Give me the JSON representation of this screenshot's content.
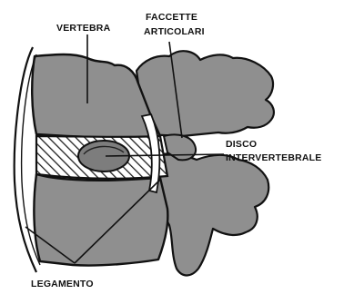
{
  "labels": {
    "vertebra": "VERTEBRA",
    "faccette_line1": "FACCETTE",
    "faccette_line2": "ARTICOLARI",
    "disco_line1": "DISCO",
    "disco_line2": "INTERVERTEBRALE",
    "legamento": "LEGAMENTO"
  },
  "colors": {
    "bone": "#8f8f8f",
    "outline": "#111111",
    "hatch": "#222222",
    "background": "#ffffff"
  }
}
